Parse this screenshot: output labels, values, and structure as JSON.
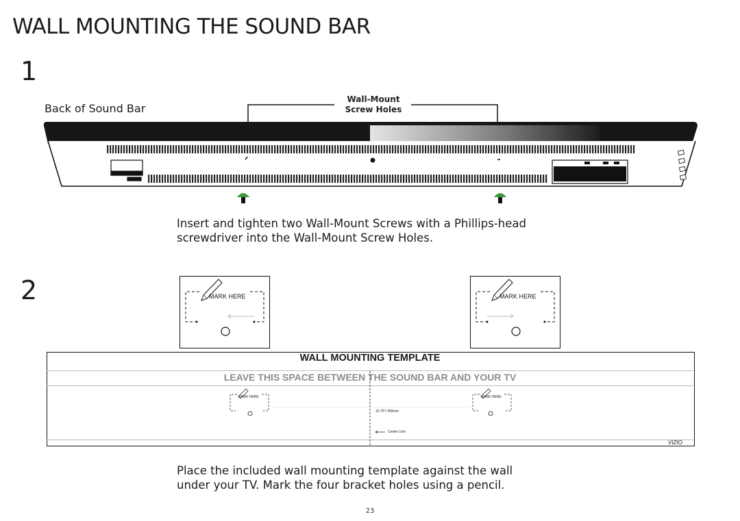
{
  "page": {
    "title": "WALL MOUNTING THE SOUND BAR",
    "page_number": "23"
  },
  "step1": {
    "number": "1",
    "back_label": "Back of Sound Bar",
    "wall_mount_line1": "Wall-Mount",
    "wall_mount_line2": "Screw Holes",
    "instruction_line1": "Insert and tighten two Wall-Mount Screws with a Phillips-head",
    "instruction_line2": "screwdriver into the Wall-Mount Screw Holes."
  },
  "step2": {
    "number": "2",
    "mark_here": "MARK HERE",
    "template_heading": "WALL MOUNTING TEMPLATE",
    "template_subheading": "LEAVE THIS SPACE BETWEEN THE SOUND BAR AND YOUR TV",
    "template_mark_here": "MARK HERE",
    "template_distance": "15.75\"/ 400mm",
    "template_center_line": "Center Line",
    "template_brand": "VIZIO",
    "instruction_line1": "Place the included wall mounting template against the wall",
    "instruction_line2": "under your TV. Mark the four bracket holes using a pencil."
  },
  "colors": {
    "text": "#1a1a1a",
    "subheading_gray": "#8c8c8c",
    "screw_green": "#3a9a3a",
    "vent": "#222222"
  }
}
